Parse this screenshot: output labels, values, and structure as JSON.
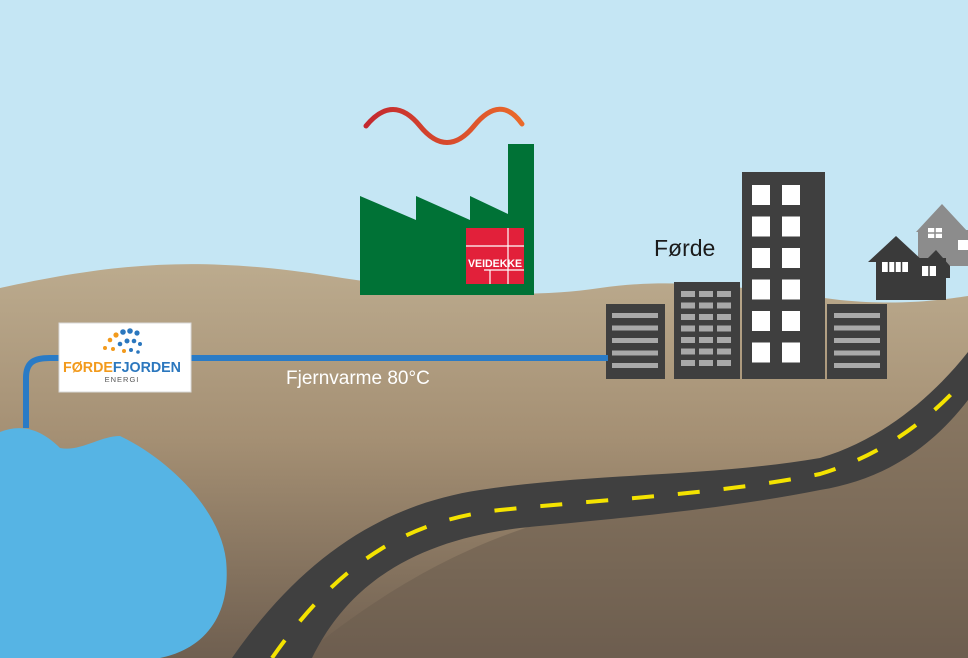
{
  "labels": {
    "city": "Førde",
    "pipe": "Fjernvarme 80°C"
  },
  "logo": {
    "part1": "FØRDE",
    "part2": "FJORDEN",
    "sub": "ENERGI"
  },
  "factory": {
    "brand": "VEIDEKKE"
  },
  "colors": {
    "sky": "#c5e6f4",
    "ground_light": "#b9a88b",
    "ground_dark": "#6a5a4c",
    "water": "#56b4e4",
    "pipe": "#2a7bc6",
    "factory": "#007236",
    "veidekke_red": "#e2203a",
    "road": "#404040",
    "road_stripe": "#f4e300",
    "building": "#3f3f3f",
    "house": "#8c8c8c",
    "logo_orange": "#f29a1c",
    "logo_blue": "#2b77be"
  }
}
